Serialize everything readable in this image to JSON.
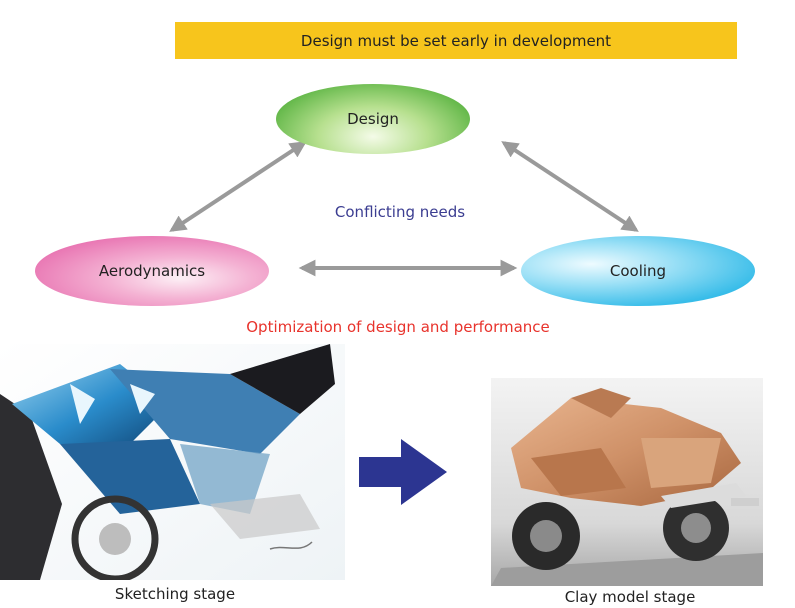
{
  "banner": {
    "text": "Design must be set early in development"
  },
  "nodes": {
    "design": "Design",
    "aerodynamics": "Aerodynamics",
    "cooling": "Cooling"
  },
  "center_label": "Conflicting needs",
  "bottom_label": "Optimization of design and performance",
  "stages": {
    "sketch_caption": "Sketching stage",
    "clay_caption": "Clay model stage"
  },
  "colors": {
    "banner": "#f7c51c",
    "design_node": "#5eb545",
    "aerodynamics_node": "#e978b4",
    "cooling_node": "#39bde9",
    "connector_arrows": "#9a9a9a",
    "stage_arrow": "#2c3591",
    "center_label_text": "#3b3d91",
    "bottom_label_text": "#e8332c"
  }
}
